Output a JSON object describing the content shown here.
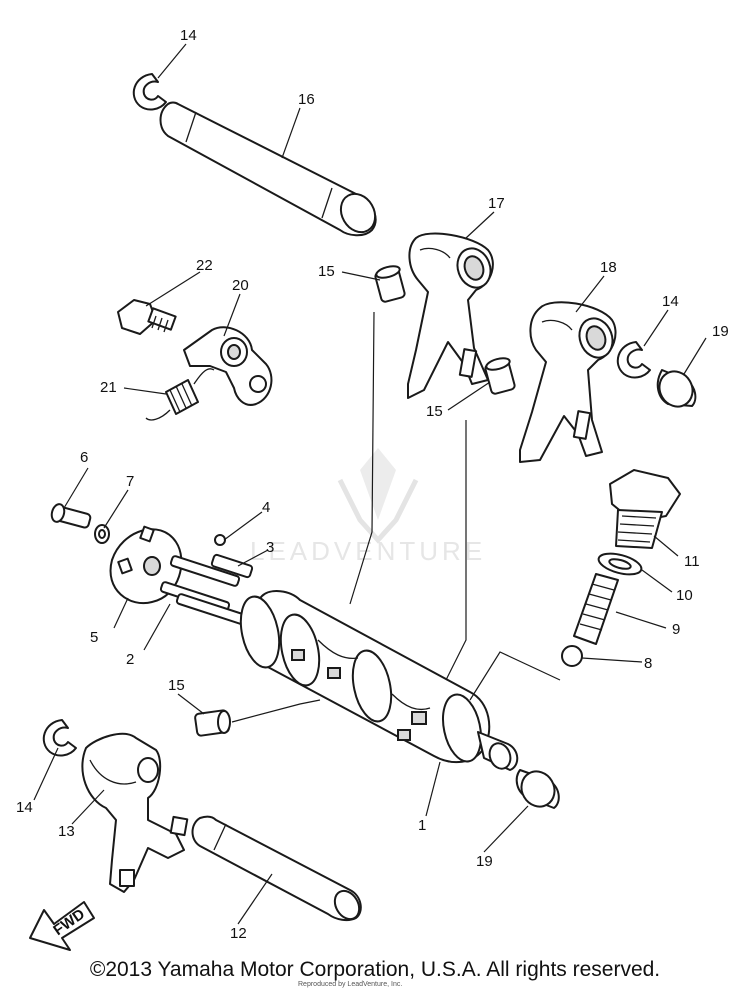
{
  "callouts": [
    {
      "id": "c14a",
      "text": "14"
    },
    {
      "id": "c16",
      "text": "16"
    },
    {
      "id": "c17",
      "text": "17"
    },
    {
      "id": "c15a",
      "text": "15"
    },
    {
      "id": "c18",
      "text": "18"
    },
    {
      "id": "c14b",
      "text": "14"
    },
    {
      "id": "c19a",
      "text": "19"
    },
    {
      "id": "c22",
      "text": "22"
    },
    {
      "id": "c20",
      "text": "20"
    },
    {
      "id": "c21",
      "text": "21"
    },
    {
      "id": "c15b",
      "text": "15"
    },
    {
      "id": "c6",
      "text": "6"
    },
    {
      "id": "c7",
      "text": "7"
    },
    {
      "id": "c4",
      "text": "4"
    },
    {
      "id": "c3",
      "text": "3"
    },
    {
      "id": "c11",
      "text": "11"
    },
    {
      "id": "c10",
      "text": "10"
    },
    {
      "id": "c9",
      "text": "9"
    },
    {
      "id": "c5",
      "text": "5"
    },
    {
      "id": "c2",
      "text": "2"
    },
    {
      "id": "c8",
      "text": "8"
    },
    {
      "id": "c15c",
      "text": "15"
    },
    {
      "id": "c14c",
      "text": "14"
    },
    {
      "id": "c13",
      "text": "13"
    },
    {
      "id": "c1",
      "text": "1"
    },
    {
      "id": "c19b",
      "text": "19"
    },
    {
      "id": "c12",
      "text": "12"
    }
  ],
  "fwd_label": "FWD",
  "watermark": "LEADVENTURE",
  "fine_print": "Reproduced by LeadVenture, Inc.",
  "copyright": "©2013 Yamaha Motor Corporation, U.S.A. All rights reserved."
}
